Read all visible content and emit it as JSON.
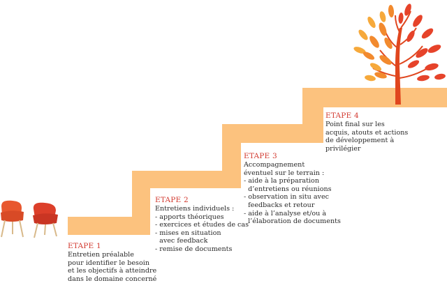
{
  "steps": [
    {
      "title": "ETAPE 1",
      "lines": [
        "Entretien préalable",
        "pour identifier le besoin",
        "et les objectifs à atteindre",
        "dans le domaine concerné"
      ]
    },
    {
      "title": "ETAPE 2",
      "lines": [
        "Entretiens individuels :",
        "- apports théoriques",
        "- exercices et études de cas",
        "- mises en situation",
        "  avec feedback",
        "- remise de documents"
      ]
    },
    {
      "title": "ETAPE 3",
      "lines": [
        "Accompagnement",
        "éventuel sur le terrain :",
        "- aide à la préparation",
        "  d’entretiens ou réunions",
        "- observation in situ avec",
        "  feedbacks et retour",
        "- aide à l’analyse et/ou à",
        "  l’élaboration de documents"
      ]
    },
    {
      "title": "ETAPE 4",
      "lines": [
        "Point final sur les",
        "acquis, atouts et actions",
        "de développement à",
        "privilégier"
      ]
    }
  ],
  "colors": {
    "stair": "#fcc27e",
    "step_title": "#d2382e",
    "text": "#2a2a2a",
    "chair_left": "#e8572e",
    "chair_right": "#dc3f2a",
    "chair_legs": "#d8b98a",
    "trunk": "#e0461e",
    "leaf_red": "#e6432a",
    "leaf_orange": "#f28a2e",
    "leaf_amber": "#f6a93b"
  },
  "icons": {
    "chairs": "armchair-icon",
    "tree": "tree-icon"
  }
}
